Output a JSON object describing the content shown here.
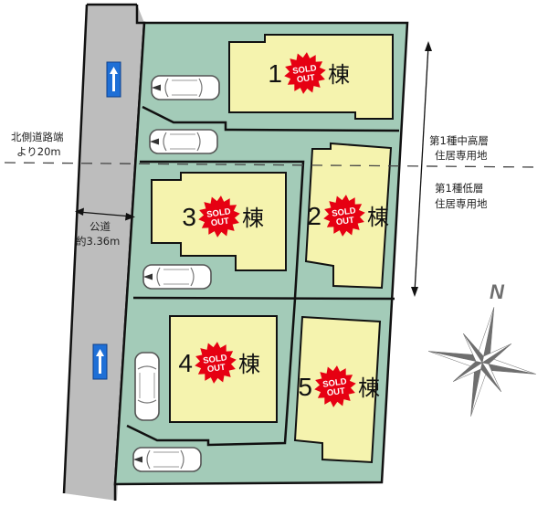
{
  "road": {
    "label": "公道",
    "width": "約3.36m",
    "color": "#bdbdbd"
  },
  "north_road_note": {
    "line1": "北側道路端",
    "line2": "より20m"
  },
  "zoning": {
    "upper": {
      "line1": "第1種中高層",
      "line2": "住居専用地"
    },
    "lower": {
      "line1": "第1種低層",
      "line2": "住居専用地"
    }
  },
  "compass": {
    "label": "N",
    "icon": "compass-rose-icon"
  },
  "colors": {
    "lot": "#a3cbb8",
    "building": "#f5f3ae",
    "badge": "#e60012",
    "sign": "#1e6fd6"
  },
  "badge_text": {
    "line1": "SOLD",
    "line2": "OUT"
  },
  "unit_suffix": "棟",
  "lots": [
    {
      "number": "1",
      "status": "SOLD OUT"
    },
    {
      "number": "2",
      "status": "SOLD OUT"
    },
    {
      "number": "3",
      "status": "SOLD OUT"
    },
    {
      "number": "4",
      "status": "SOLD OUT"
    },
    {
      "number": "5",
      "status": "SOLD OUT"
    }
  ]
}
